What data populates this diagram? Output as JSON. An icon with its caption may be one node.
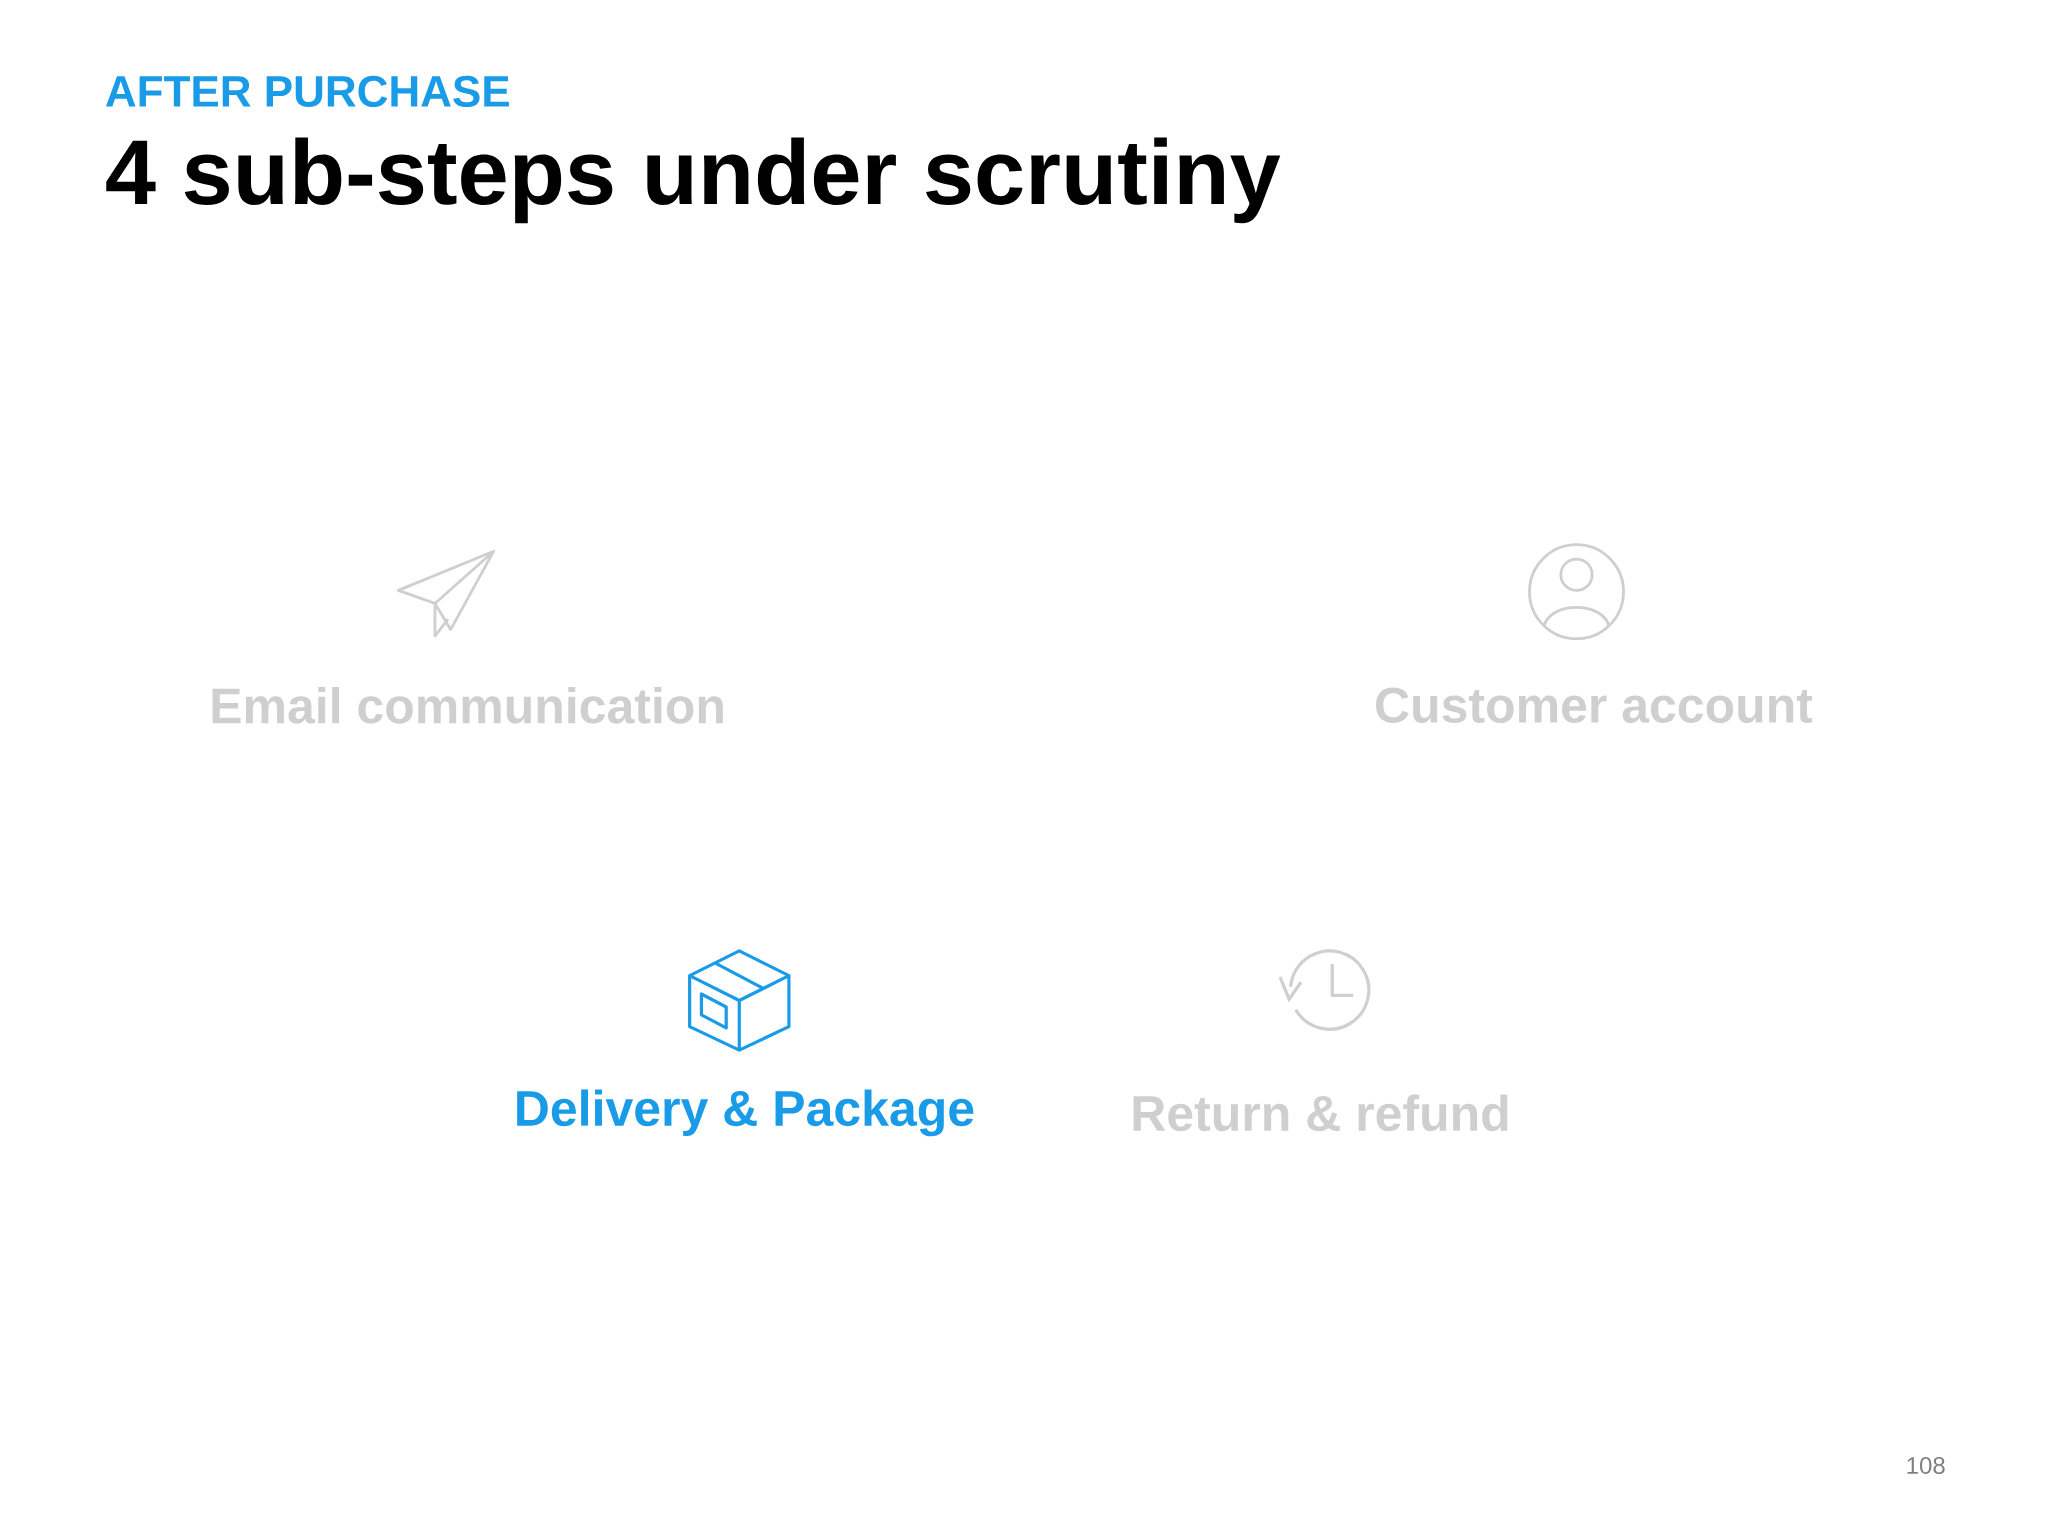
{
  "diagram": {
    "title": "4 sub-steps under scrutiny",
    "labels": [
      "AFTER PURCHASE",
      "Email communication",
      "Customer account",
      "Delivery & Package",
      "Return & refund",
      "108"
    ]
  }
}
